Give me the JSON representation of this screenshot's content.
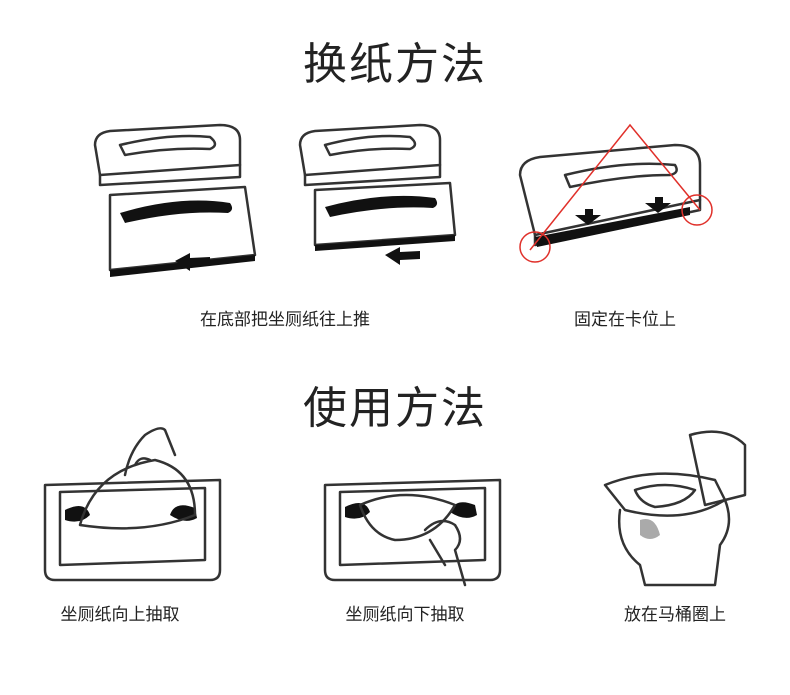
{
  "section_change": {
    "title": "换纸方法",
    "steps": [
      {
        "caption": "在底部把坐厕纸往上推"
      },
      {
        "caption": "固定在卡位上"
      }
    ]
  },
  "section_use": {
    "title": "使用方法",
    "steps": [
      {
        "caption": "坐厕纸向上抽取"
      },
      {
        "caption": "坐厕纸向下抽取"
      },
      {
        "caption": "放在马桶圈上"
      }
    ]
  },
  "colors": {
    "highlight": "#e0302a",
    "ink": "#333333"
  }
}
